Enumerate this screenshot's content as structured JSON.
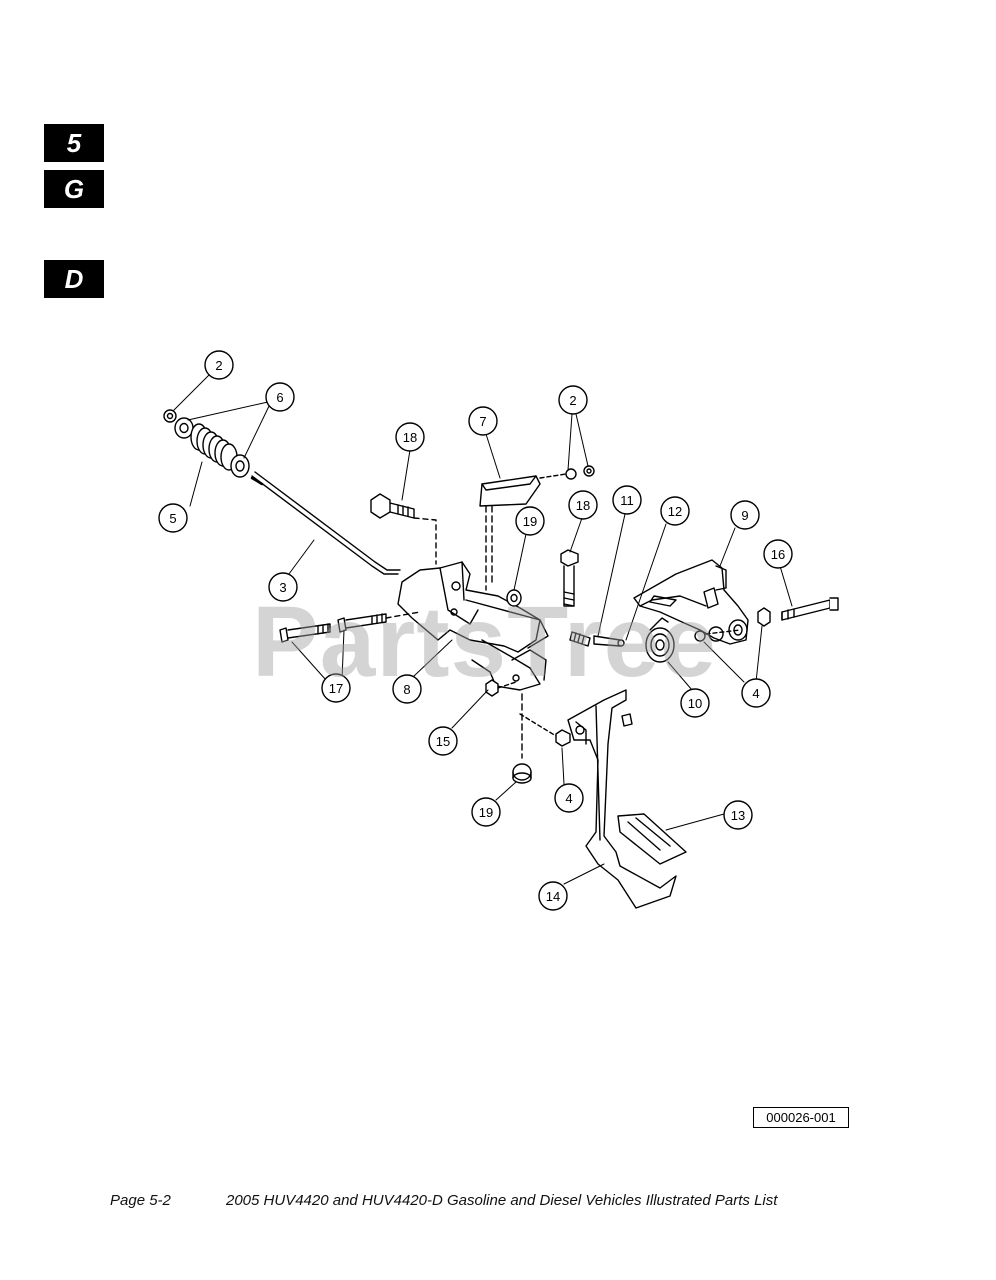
{
  "section_tabs": [
    "5",
    "G",
    "D"
  ],
  "watermark": "PartsTree",
  "figure_id": "000026-001",
  "footer": {
    "page": "Page 5-2",
    "title": "2005 HUV4420 and HUV4420-D Gasoline and Diesel Vehicles Illustrated Parts List"
  },
  "callouts": [
    "2",
    "6",
    "7",
    "2",
    "18",
    "18",
    "19",
    "11",
    "12",
    "9",
    "16",
    "5",
    "3",
    "17",
    "8",
    "15",
    "4",
    "19",
    "10",
    "4",
    "13",
    "14"
  ]
}
